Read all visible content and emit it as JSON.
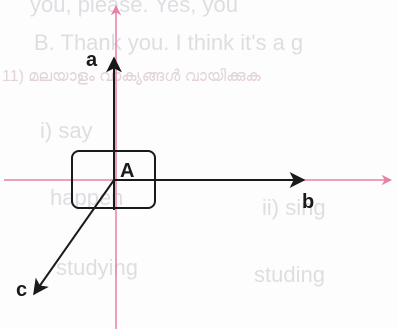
{
  "background_text": {
    "line1": "you, please. Yes, you",
    "line2": "B. Thank you. I think it's a g",
    "line3": "11) മലയാളം വാക്യങ്ങൾ വായിക്കുക",
    "line4": "i) say",
    "line5": "happen",
    "line6": "ii) sing",
    "line7": "studying",
    "line8": "studing"
  },
  "diagram": {
    "box_label": "A",
    "axis_labels": {
      "a": "a",
      "b": "b",
      "c": "c"
    },
    "colors": {
      "pink_axes": "#e87fa6",
      "arrows": "#1a1a1a",
      "box": "#1a1a1a"
    }
  }
}
